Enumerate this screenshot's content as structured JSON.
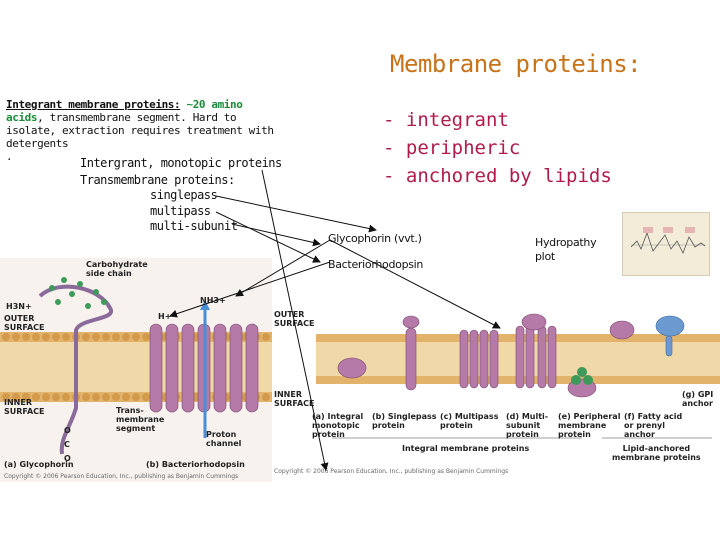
{
  "slide": {
    "title": "Membrane proteins:",
    "bullets": [
      "- integrant",
      "- peripheric",
      "- anchored by lipids"
    ],
    "intro": {
      "underlined": "Integrant membrane proteins:",
      "highlight": "~20 amino acids",
      "rest": ", transmembrane segment. Hard to isolate, extraction requires treatment with detergents",
      "trail": "."
    },
    "types": {
      "line1": "Intergrant, monotopic proteins",
      "line2": "Transmembrane proteins:",
      "line3": "singlepass",
      "line4": "multipass",
      "line5": "multi-subunit"
    },
    "glycophorin": "Glycophorin (vvt.)",
    "bacteriorhodopsin": "Bacteriorhodopsin",
    "hydropathy": [
      "Hydropathy",
      "plot"
    ]
  },
  "figure_left": {
    "carb": [
      "Carbohydrate",
      "side chain"
    ],
    "h3n": "H3N+",
    "nh3": "NH3+",
    "hplus": "H+",
    "outer": [
      "OUTER",
      "SURFACE"
    ],
    "inner": [
      "INNER",
      "SURFACE"
    ],
    "trans": [
      "Trans-",
      "membrane",
      "segment"
    ],
    "proton": [
      "Proton",
      "channel"
    ],
    "o1": "O",
    "c": "C",
    "o2": "O",
    "cap_a": "(a) Glycophorin",
    "cap_b": "(b) Bacteriorhodopsin",
    "copyright": "Copyright © 2006 Pearson Education, Inc., publishing as Benjamin Cummings"
  },
  "figure_right": {
    "outer": [
      "OUTER",
      "SURFACE"
    ],
    "inner": [
      "INNER",
      "SURFACE"
    ],
    "cap_a": [
      "(a) Integral",
      "monotopic",
      "protein"
    ],
    "cap_b": [
      "(b) Singlepass",
      "protein"
    ],
    "cap_c": [
      "(c) Multipass",
      "protein"
    ],
    "cap_d": [
      "(d) Multi-",
      "subunit",
      "protein"
    ],
    "cap_e": [
      "(e) Peripheral",
      "membrane",
      "protein"
    ],
    "cap_f": [
      "(f) Fatty acid",
      "or prenyl",
      "anchor"
    ],
    "cap_g": [
      "(g) GPI",
      "anchor"
    ],
    "integral": "Integral membrane proteins",
    "lipid": [
      "Lipid-anchored",
      "membrane proteins"
    ],
    "copyright": "Copyright © 2006 Pearson Education, Inc., publishing as Benjamin Cummings"
  }
}
